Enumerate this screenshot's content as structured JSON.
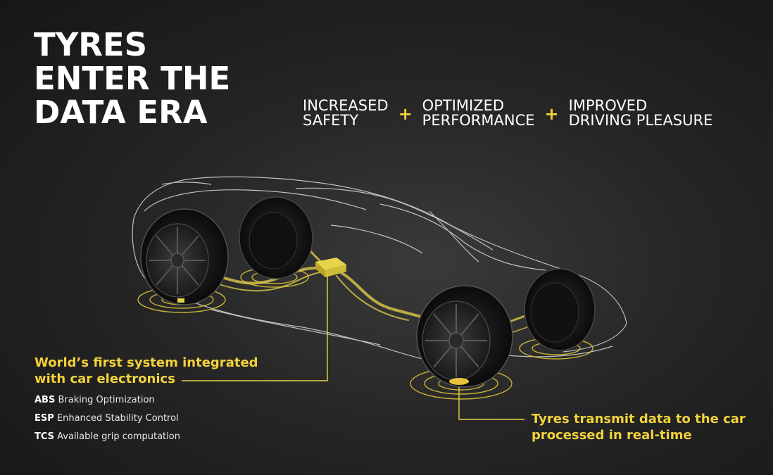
{
  "headline": {
    "line1": "TYRES",
    "line2": "ENTER THE",
    "line3": "DATA ERA"
  },
  "benefits": [
    {
      "line1": "INCREASED",
      "line2": "SAFETY"
    },
    {
      "line1": "OPTIMIZED",
      "line2": "PERFORMANCE"
    },
    {
      "line1": "IMPROVED",
      "line2": "DRIVING PLEASURE"
    }
  ],
  "benefit_separator": "+",
  "callout_left": {
    "line1": "World’s first system integrated",
    "line2": "with car electronics"
  },
  "features": [
    {
      "abbr": "ABS",
      "text": "Braking Optimization"
    },
    {
      "abbr": "ESP",
      "text": "Enhanced Stability Control"
    },
    {
      "abbr": "TCS",
      "text": "Available grip computation"
    }
  ],
  "callout_right": {
    "line1": "Tyres transmit data to the car",
    "line2": "processed in real-time"
  },
  "colors": {
    "accent": "#f3d23a",
    "background": "#1e1e1e",
    "text": "#ffffff"
  },
  "icons": [
    "car-wireframe-illustration",
    "tyre-icon",
    "sensor-wave-icon",
    "control-unit-icon"
  ]
}
